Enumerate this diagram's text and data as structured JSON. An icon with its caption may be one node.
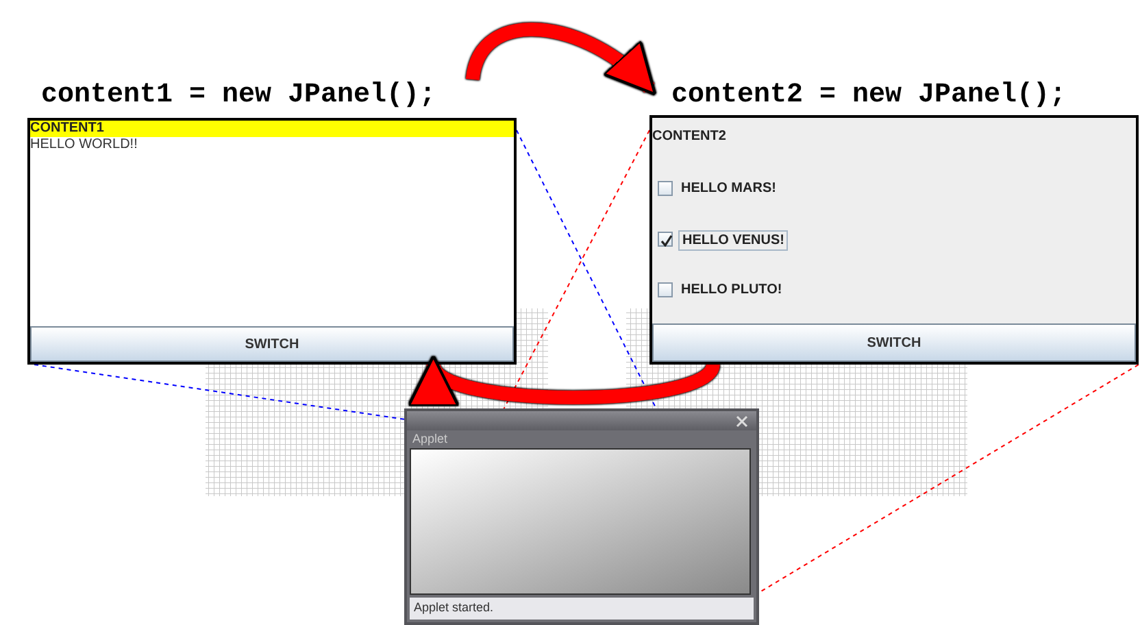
{
  "diagram": {
    "nodes": [
      {
        "text": [
          "content1 = new JPanel();",
          "CONTENT1",
          "HELLO WORLD!!"
        ]
      },
      {
        "text": [
          "SWITCH"
        ],
        "in": 0
      },
      {
        "text": [
          "content2 = new JPanel();",
          "CONTENT2",
          "HELLO MARS!",
          "HELLO VENUS!",
          "HELLO PLUTO!"
        ]
      },
      {
        "text": [
          "SWITCH"
        ],
        "in": 2
      },
      {
        "text": [
          "Applet",
          "Applet started."
        ]
      }
    ],
    "edges": [
      {
        "from": 0,
        "to": 2,
        "arrow": "to",
        "style": "thick"
      },
      {
        "from": 2,
        "to": 0,
        "arrow": "to",
        "style": "thick"
      },
      {
        "from": 0,
        "to": 4,
        "arrow": "none",
        "style": "dashed",
        "color": "#0000ff"
      },
      {
        "from": 0,
        "to": 4,
        "arrow": "none",
        "style": "dashed",
        "color": "#0000ff"
      },
      {
        "from": 2,
        "to": 4,
        "arrow": "none",
        "style": "dashed"
      },
      {
        "from": 2,
        "to": 4,
        "arrow": "none",
        "style": "dashed"
      }
    ]
  }
}
